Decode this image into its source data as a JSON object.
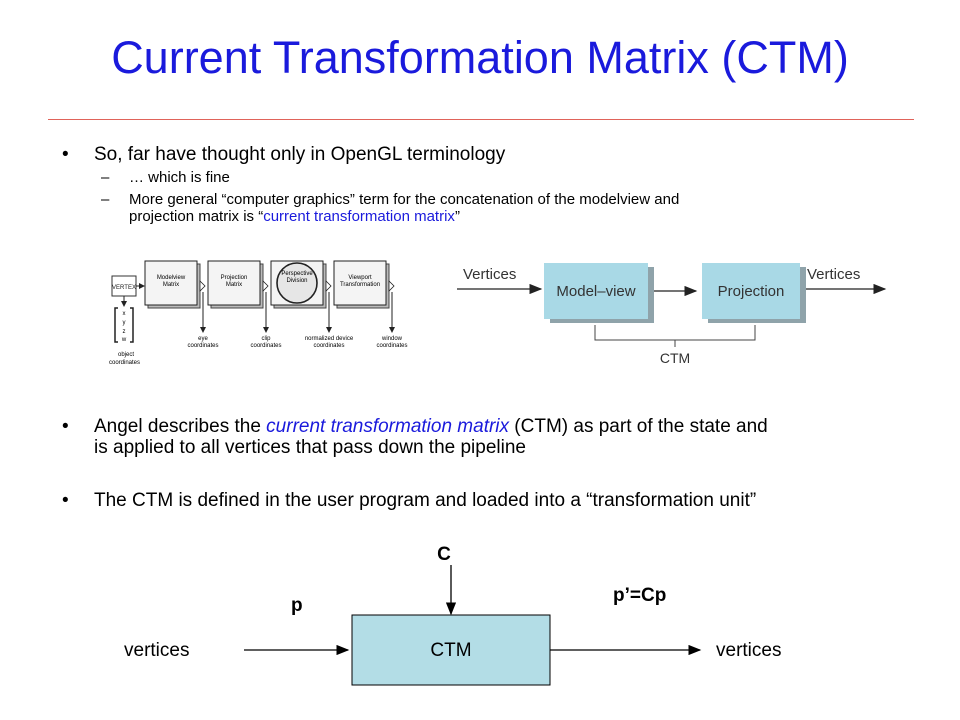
{
  "slide": {
    "title": "Current Transformation Matrix (CTM)",
    "bullet1": "So, far have thought only in OpenGL terminology",
    "sub1": "… which is fine",
    "sub2_line1": "More general “computer graphics” term for the concatenation of the modelview and",
    "sub2_line2_pre": "projection matrix is “",
    "sub2_line2_hl": "current transformation matrix",
    "sub2_line2_post": "”",
    "bullet2_pre": "Angel describes the ",
    "bullet2_hl": "current transformation matrix",
    "bullet2_post1": " (CTM) as part of the state and",
    "bullet2_line2": "is applied to all vertices that pass down the pipeline",
    "bullet3": "The CTM is defined in the user program and loaded into a “transformation unit”"
  },
  "pipeline_small": {
    "vertex_label": "VERTEX",
    "coords": [
      "x",
      "y",
      "z",
      "w"
    ],
    "object_coords_1": "object",
    "object_coords_2": "coordinates",
    "stages": [
      {
        "line1": "Modelview",
        "line2": "Matrix"
      },
      {
        "line1": "Projection",
        "line2": "Matrix"
      },
      {
        "line1": "Perspective",
        "line2": "Division"
      },
      {
        "line1": "Viewport",
        "line2": "Transformation"
      }
    ],
    "outputs": [
      {
        "line1": "eye",
        "line2": "coordinates"
      },
      {
        "line1": "clip",
        "line2": "coordinates"
      },
      {
        "line1": "normalized device",
        "line2": "coordinates"
      },
      {
        "line1": "window",
        "line2": "coordinates"
      }
    ]
  },
  "pipeline_large": {
    "in_label": "Vertices",
    "box1": "Model–view",
    "box2": "Projection",
    "out_label": "Vertices",
    "brace_label": "CTM"
  },
  "ctm_diagram": {
    "c_label": "C",
    "p_label": "p",
    "out_eq": "p’=Cp",
    "in_label": "vertices",
    "box_label": "CTM",
    "out_label": "vertices"
  },
  "colors": {
    "title": "#1a1adc",
    "rule": "#e0635a",
    "box_fill": "#b3dde6",
    "large_box_fill": "#a9d9e6"
  }
}
